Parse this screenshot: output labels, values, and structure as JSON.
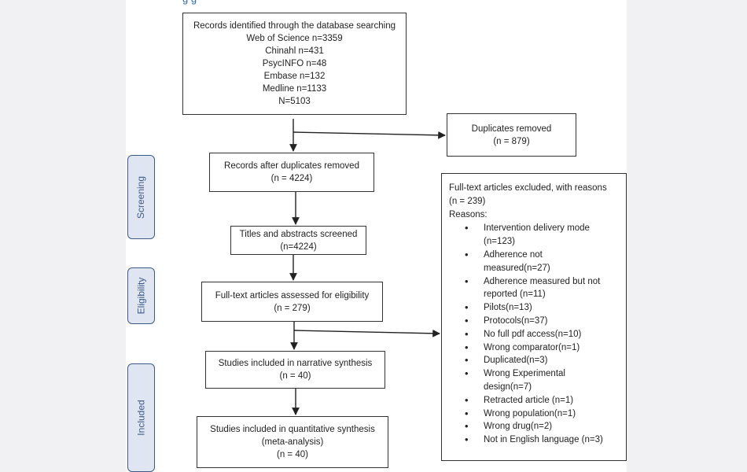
{
  "heading_fragment": "g   g",
  "stages": {
    "screening": "Screening",
    "eligibility": "Eligibility",
    "included": "Included"
  },
  "boxes": {
    "identified": [
      "Records identified through the database searching",
      "Web of Science n=3359",
      "Chinahl n=431",
      "PsycINFO n=48",
      "Embase n=132",
      "Medline n=1133",
      "N=5103"
    ],
    "duplicates": [
      "Duplicates removed",
      "(n = 879)"
    ],
    "after_duplicates": [
      "Records after duplicates removed",
      "(n = 4224)"
    ],
    "screened": [
      "Titles and abstracts screened",
      "(n=4224)"
    ],
    "fulltext": [
      "Full-text articles assessed for eligibility",
      "(n = 279)"
    ],
    "narrative": [
      "Studies included in narrative synthesis",
      "(n = 40)"
    ],
    "quantitative": [
      "Studies included in quantitative synthesis",
      "(meta-analysis)",
      "(n = 40)"
    ]
  },
  "excluded": {
    "header": [
      "Full-text articles excluded, with reasons",
      "(n = 239)",
      "Reasons:"
    ],
    "reasons": [
      [
        "Intervention delivery mode",
        "(n=123)"
      ],
      [
        "Adherence not",
        "measured(n=27)"
      ],
      [
        "Adherence measured but not",
        "reported (n=11)"
      ],
      [
        "Pilots(n=13)"
      ],
      [
        "Protocols(n=37)"
      ],
      [
        "No full pdf access(n=10)"
      ],
      [
        "Wrong comparator(n=1)"
      ],
      [
        "Duplicated(n=3)"
      ],
      [
        "Wrong Experimental",
        "design(n=7)"
      ],
      [
        "Retracted article (n=1)"
      ],
      [
        "Wrong population(n=1)"
      ],
      [
        "Wrong drug(n=2)"
      ],
      [
        "Not in English language (n=3)"
      ]
    ]
  }
}
